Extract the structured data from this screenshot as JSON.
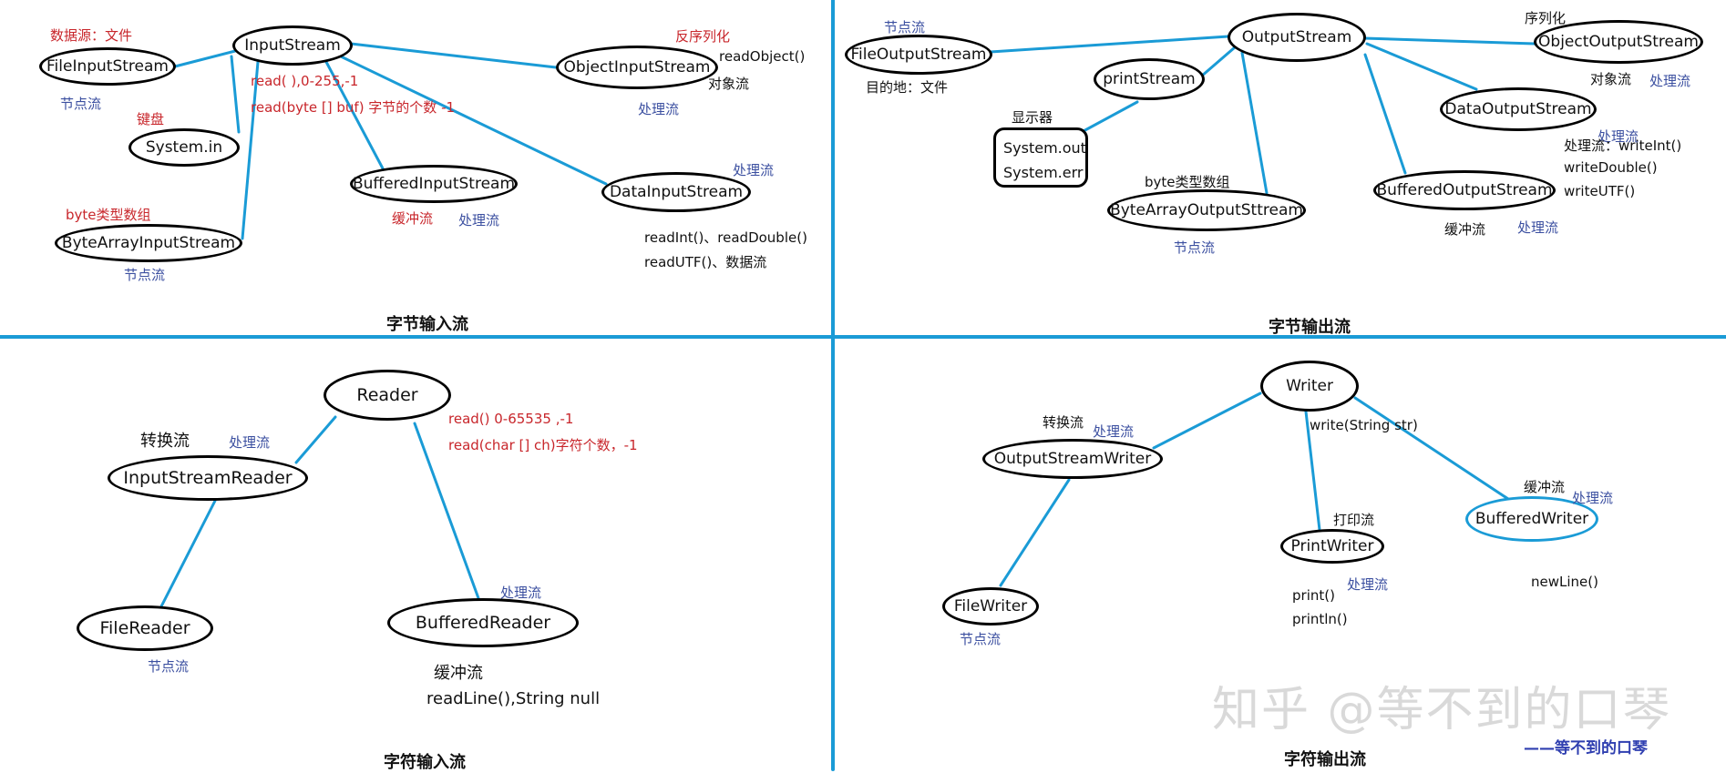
{
  "colors": {
    "connector": "#1a9bd6",
    "node_label": "#c8262b",
    "process_label": "#3b4fa0",
    "watermark": "#d9d9d9",
    "signature": "#2f3fb0"
  },
  "byte_input": {
    "title": "字节输入流",
    "nodes": {
      "input_stream": "InputStream",
      "file_input_stream": "FileInputStream",
      "system_in": "System.in",
      "byte_array_input_stream": "ByteArrayInputStream",
      "object_input_stream": "ObjectInputStream",
      "buffered_input_stream": "BufferedInputStream",
      "data_input_stream": "DataInputStream"
    },
    "labels": {
      "data_source": "数据源：文件",
      "node_stream_1": "节点流",
      "keyboard": "键盘",
      "byte_array": "byte类型数组",
      "node_stream_2": "节点流",
      "read_range": "read( ),0-255,-1",
      "read_buf": "read(byte [] buf) 字节的个数 -1",
      "deserialize": "反序列化",
      "read_object": "readObject()",
      "object_stream": "对象流",
      "process_1": "处理流",
      "buffer_stream": "缓冲流",
      "process_2": "处理流",
      "process_3": "处理流",
      "read_int_double": "readInt()、readDouble()",
      "read_utf": "readUTF()、数据流"
    }
  },
  "byte_output": {
    "title": "字节输出流",
    "nodes": {
      "output_stream": "OutputStream",
      "file_output_stream": "FileOutputStream",
      "print_stream": "printStream",
      "object_output_stream": "ObjectOutputStream",
      "data_output_stream": "DataOutputStream",
      "buffered_output_stream": "BufferedOutputStream",
      "byte_array_output_stream": "ByteArrayOutputSttream"
    },
    "system_box": [
      "System.out",
      "System.err"
    ],
    "labels": {
      "node_stream_1": "节点流",
      "destination": "目的地：文件",
      "display": "显示器",
      "byte_array": "byte类型数组",
      "node_stream_2": "节点流",
      "serialize": "序列化",
      "object_stream": "对象流",
      "process_1": "处理流",
      "process_2": "处理流",
      "process_write_int": "处理流：writeInt()",
      "write_double": "writeDouble()",
      "write_utf": "writeUTF()",
      "buffer_stream": "缓冲流",
      "process_3": "处理流"
    }
  },
  "char_input": {
    "title": "字符输入流",
    "nodes": {
      "reader": "Reader",
      "input_stream_reader": "InputStreamReader",
      "file_reader": "FileReader",
      "buffered_reader": "BufferedReader"
    },
    "labels": {
      "read_range": "read() 0-65535 ,-1",
      "read_char": "read(char [] ch)字符个数，-1",
      "convert_stream": "转换流",
      "process_1": "处理流",
      "node_stream": "节点流",
      "process_2": "处理流",
      "buffer_stream": "缓冲流",
      "read_line": "readLine(),String null"
    }
  },
  "char_output": {
    "title": "字符输出流",
    "nodes": {
      "writer": "Writer",
      "output_stream_writer": "OutputStreamWriter",
      "file_writer": "FileWriter",
      "print_writer": "PrintWriter",
      "buffered_writer": "BufferedWriter"
    },
    "labels": {
      "write_string": "write(String str)",
      "convert_stream": "转换流",
      "process_1": "处理流",
      "node_stream": "节点流",
      "print_stream": "打印流",
      "process_2": "处理流",
      "print": "print()",
      "println": "println()",
      "buffer_stream": "缓冲流",
      "process_3": "处理流",
      "new_line": "newLine()"
    }
  },
  "watermark": "知乎 @等不到的口琴",
  "signature": "——等不到的口琴"
}
